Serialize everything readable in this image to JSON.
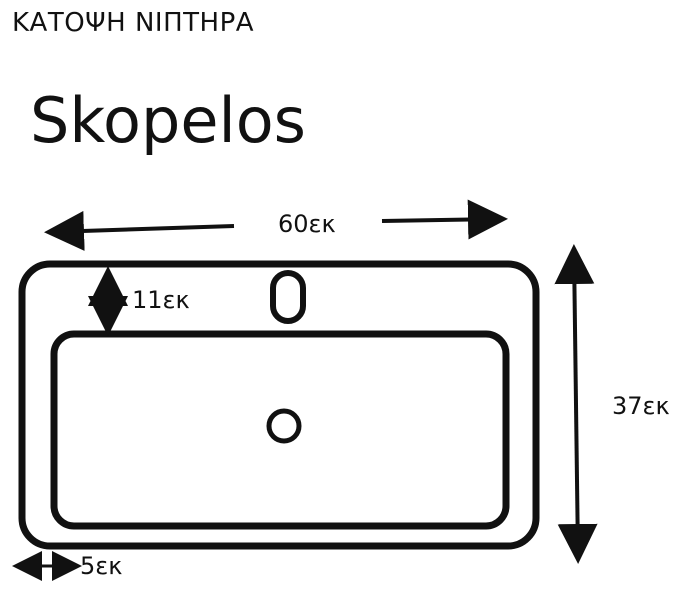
{
  "header": {
    "caption": "ΚΑΤΟΨΗ ΝΙΠΤΗΡΑ"
  },
  "product": {
    "name": "Skopelos"
  },
  "dimensions": {
    "width_label": "60εκ",
    "depth_label": "37εκ",
    "back_ledge_label": "11εκ",
    "side_rim_label": "5εκ"
  },
  "colors": {
    "stroke": "#111111",
    "background": "#ffffff"
  }
}
